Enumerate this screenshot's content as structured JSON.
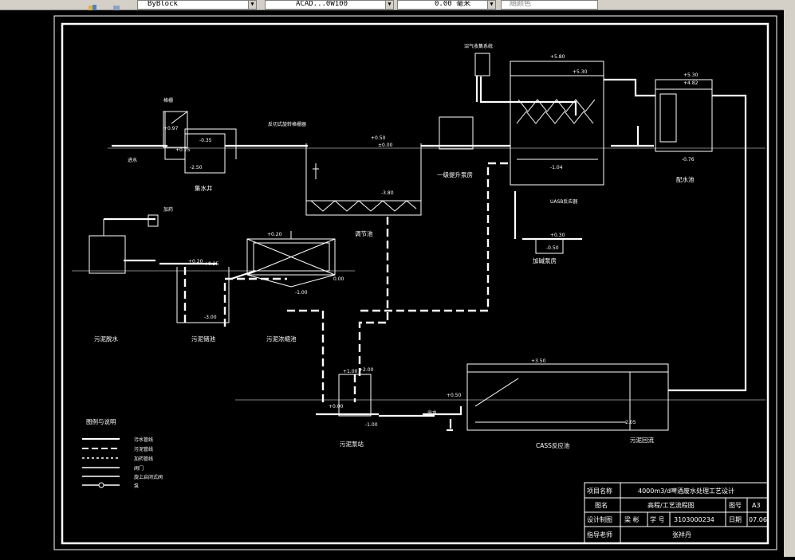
{
  "toolbar": {
    "linetype_value": "ByBlock",
    "lineweight_value": "ACAD...0W100",
    "lineweight_display": "0.00 毫米",
    "plotstyle_value": "随颜色"
  },
  "drawing": {
    "labels": {
      "inlet": "进水",
      "collection_well": "集水井",
      "grille": "格栅",
      "rotary_screen": "反切式旋转格栅器",
      "equalization_tank": "调节池",
      "lift_pump_house": "一级提升泵房",
      "uasb": "UASB反应器",
      "biogas_tank": "沼气收集系统",
      "water_tank": "配水池",
      "dosing_room": "加碱泵房",
      "sludge_dewater": "污泥脱水",
      "sludge_storage": "污泥储池",
      "sludge_thickener": "污泥浓缩池",
      "sludge_pump": "污泥泵站",
      "cass": "CASS反应池",
      "outlet": "出水",
      "sludge_return": "污泥回流",
      "dosing": "加药"
    },
    "elevations": {
      "e1": "+0.97",
      "e2": "+0.25",
      "e3": "-0.35",
      "e4": "-2.50",
      "e5": "+0.50",
      "e6": "±0.00",
      "e7": "-3.80",
      "e8": "+5.80",
      "e9": "+5.30",
      "e10": "-1.04",
      "e11": "+5.30",
      "e12": "+4.82",
      "e13": "-0.76",
      "e14": "+0.30",
      "e15": "-0.50",
      "e16": "+0.20",
      "e17": "+0.25",
      "e18": "-3.00",
      "e19": "+0.20",
      "e20": "-1.00",
      "e21": "0.00",
      "e22": "+2.00",
      "e23": "+1.00",
      "e24": "+0.00",
      "e25": "-1.00",
      "e26": "+3.50",
      "e27": "+0.50",
      "e28": "-2.05"
    },
    "legend": {
      "title": "图例与说明",
      "items": [
        "污水管线",
        "污泥管线",
        "加药管线",
        "阀门",
        "旋上启闭式阀",
        "泵"
      ]
    },
    "title_block": {
      "project_label": "项目名称",
      "project_value": "4000m3/d啤酒废水处理工艺设计",
      "drawing_name_label": "图名",
      "drawing_name_value": "高程/工艺流程图",
      "drawing_no_label": "图号",
      "drawing_no_value": "A3",
      "designer_label": "设计制图",
      "designer_value": "梁 彬",
      "student_no_label": "学 号",
      "student_no_value": "3103000234",
      "date_label": "日期",
      "date_value": "07.06",
      "advisor_label": "指导老师",
      "advisor_value": "张祥丹"
    }
  }
}
